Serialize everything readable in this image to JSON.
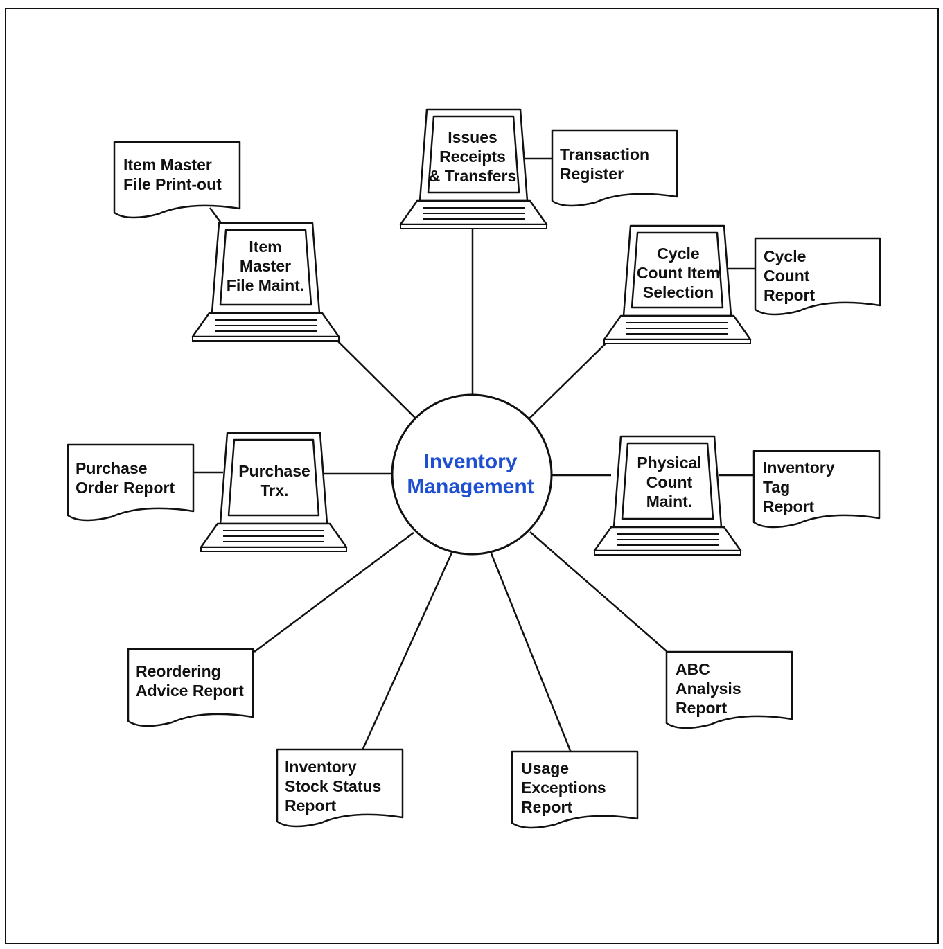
{
  "colors": {
    "ink": "#111111",
    "hub_text": "#1f4fd1",
    "paper": "#ffffff"
  },
  "hub": {
    "lines": [
      "Inventory",
      "Management"
    ]
  },
  "terminals": [
    {
      "id": "issues-receipts-transfers",
      "lines": [
        "Issues",
        "Receipts",
        "& Transfers"
      ]
    },
    {
      "id": "item-master-file-maint",
      "lines": [
        "Item",
        "Master",
        "File Maint."
      ]
    },
    {
      "id": "cycle-count-item-selection",
      "lines": [
        "Cycle",
        "Count Item",
        "Selection"
      ]
    },
    {
      "id": "purchase-trx",
      "lines": [
        "Purchase",
        "Trx."
      ]
    },
    {
      "id": "physical-count-maint",
      "lines": [
        "Physical",
        "Count",
        "Maint."
      ]
    }
  ],
  "reports": [
    {
      "id": "transaction-register",
      "lines": [
        "Transaction",
        "Register"
      ]
    },
    {
      "id": "item-master-file-print-out",
      "lines": [
        "Item Master",
        "File Print-out"
      ]
    },
    {
      "id": "cycle-count-report",
      "lines": [
        "Cycle",
        "Count",
        "Report"
      ]
    },
    {
      "id": "purchase-order-report",
      "lines": [
        "Purchase",
        "Order Report"
      ]
    },
    {
      "id": "inventory-tag-report",
      "lines": [
        "Inventory",
        "Tag",
        "Report"
      ]
    },
    {
      "id": "reordering-advice-report",
      "lines": [
        "Reordering",
        "Advice Report"
      ]
    },
    {
      "id": "abc-analysis-report",
      "lines": [
        "ABC",
        "Analysis",
        "Report"
      ]
    },
    {
      "id": "inventory-stock-status-report",
      "lines": [
        "Inventory",
        "Stock Status",
        "Report"
      ]
    },
    {
      "id": "usage-exceptions-report",
      "lines": [
        "Usage",
        "Exceptions",
        "Report"
      ]
    }
  ]
}
